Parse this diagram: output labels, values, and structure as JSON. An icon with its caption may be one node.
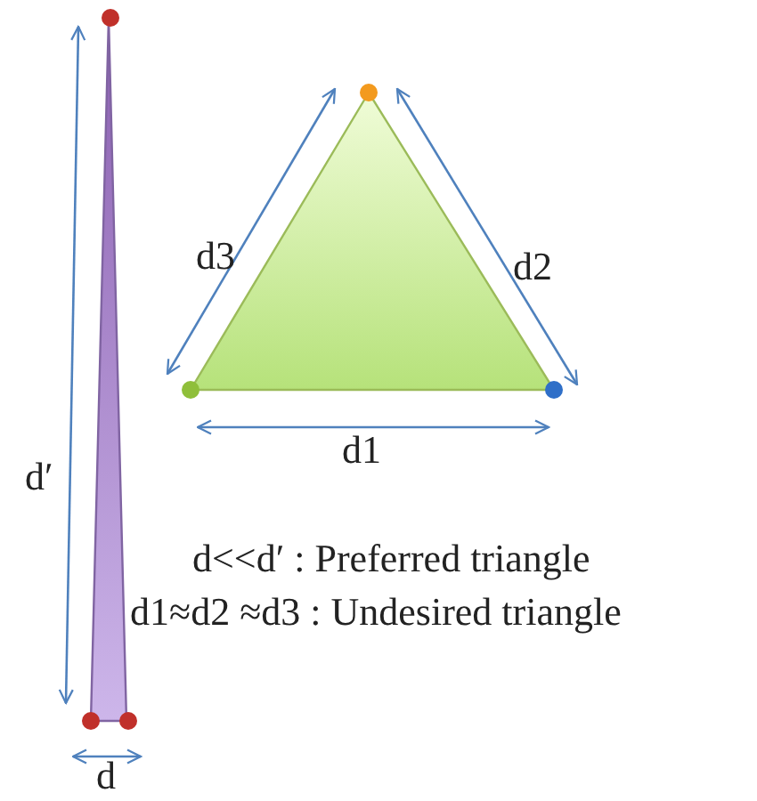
{
  "diagram": {
    "labels": [
      "d3",
      "d2",
      "d1",
      "d′",
      "d<<d′ : Preferred triangle",
      "d1≈d2 ≈d3 : Undesired triangle",
      "d"
    ]
  }
}
